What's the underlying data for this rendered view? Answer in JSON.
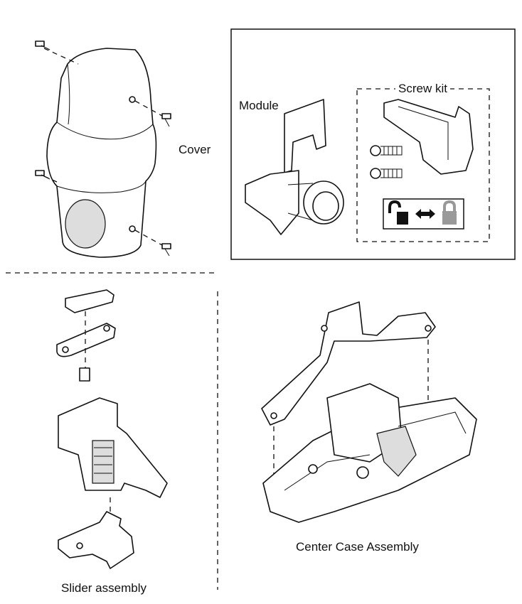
{
  "labels": {
    "cover": "Cover",
    "module": "Module",
    "screw_kit": "Screw kit",
    "slider_assembly": "Slider assembly",
    "center_case_assembly": "Center Case Assembly"
  },
  "icons": [
    "screw-icon",
    "lock-open-icon",
    "double-arrow-icon",
    "lock-closed-icon"
  ],
  "colors": {
    "line": "#111111",
    "locked_gray": "#999999"
  }
}
